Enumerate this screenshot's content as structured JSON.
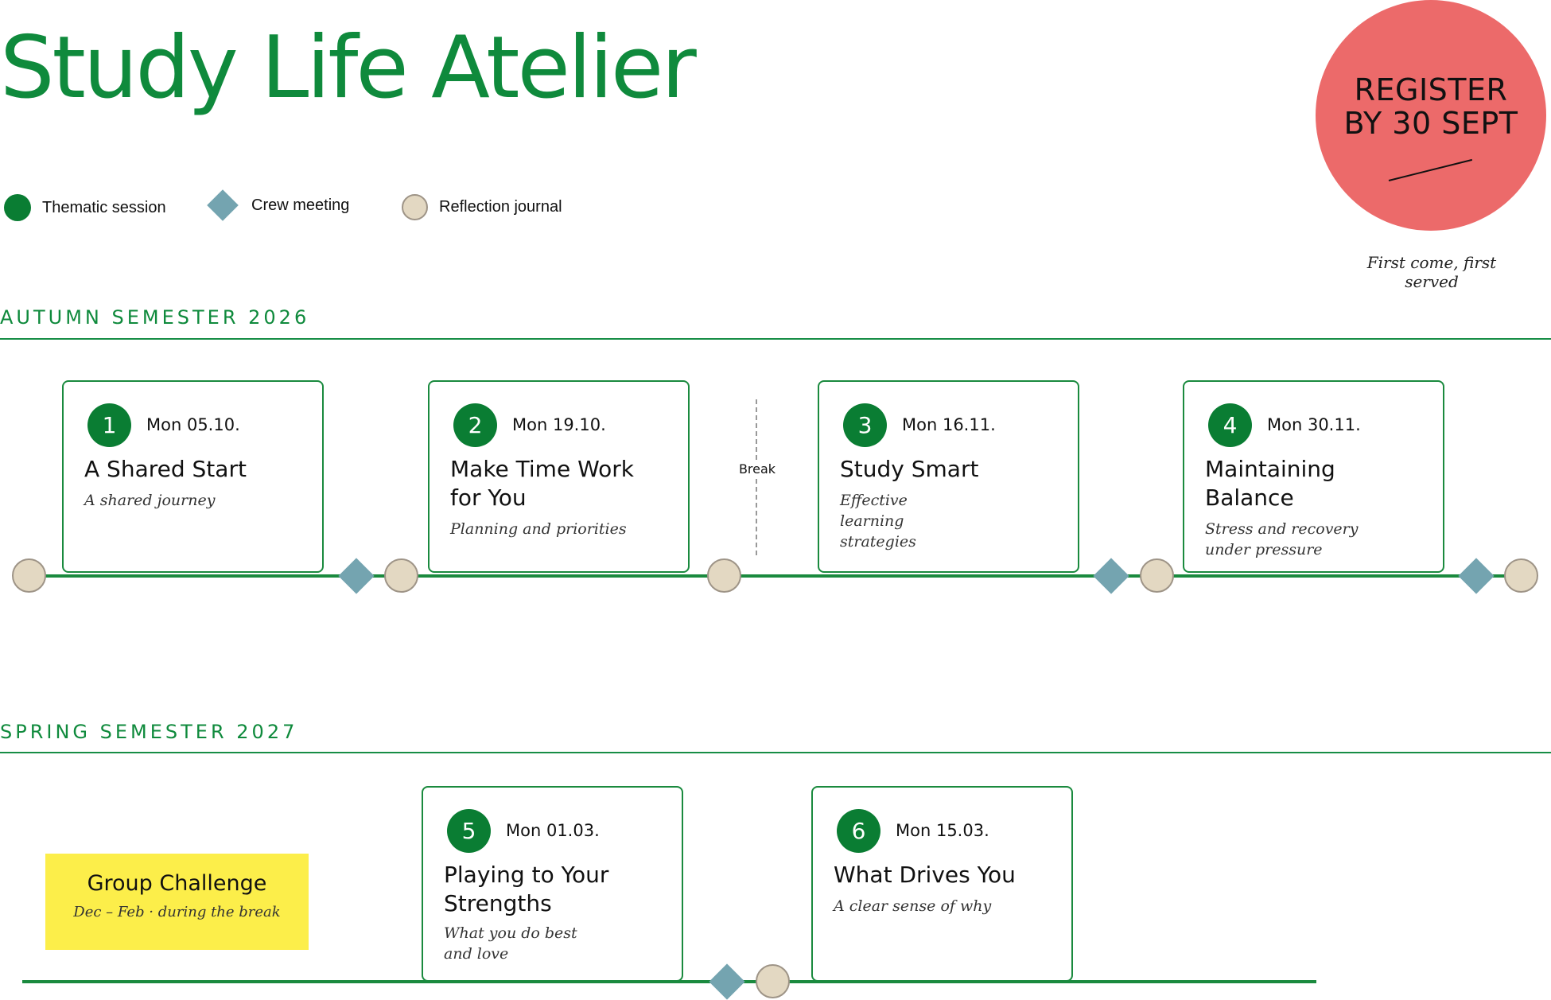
{
  "title": "Study Life Atelier",
  "legend": {
    "thematic": "Thematic session",
    "crew": "Crew meeting",
    "reflection": "Reflection journal"
  },
  "register": {
    "line1": "REGISTER",
    "line2": "BY 30 SEPT",
    "note": "First come, first served"
  },
  "autumn": {
    "title": "AUTUMN SEMESTER 2026",
    "break_label": "Break",
    "sessions": [
      {
        "num": "1",
        "date": "Mon 05.10.",
        "name": "A Shared Start",
        "sub": "A shared journey"
      },
      {
        "num": "2",
        "date": "Mon 19.10.",
        "name": "Make Time Work for You",
        "sub": "Planning and priorities"
      },
      {
        "num": "3",
        "date": "Mon 16.11.",
        "name": "Study Smart",
        "sub": "Effective learning strategies"
      },
      {
        "num": "4",
        "date": "Mon 30.11.",
        "name": "Maintaining Balance",
        "sub": "Stress and recovery under pressure"
      }
    ]
  },
  "spring": {
    "title": "SPRING SEMESTER 2027",
    "group_challenge": {
      "title": "Group Challenge",
      "sub": "Dec – Feb · during the break"
    },
    "sessions": [
      {
        "num": "5",
        "date": "Mon 01.03.",
        "name": "Playing to Your Strengths",
        "sub": "What you do best and love"
      },
      {
        "num": "6",
        "date": "Mon 15.03.",
        "name": "What Drives You",
        "sub": "A clear sense of why"
      }
    ]
  },
  "colors": {
    "brand_green": "#0f8a3c",
    "badge_red": "#ec6a6a",
    "crew_blue": "#74a4b0",
    "reflection_beige": "#e3d8c2",
    "challenge_yellow": "#fcee4a"
  }
}
